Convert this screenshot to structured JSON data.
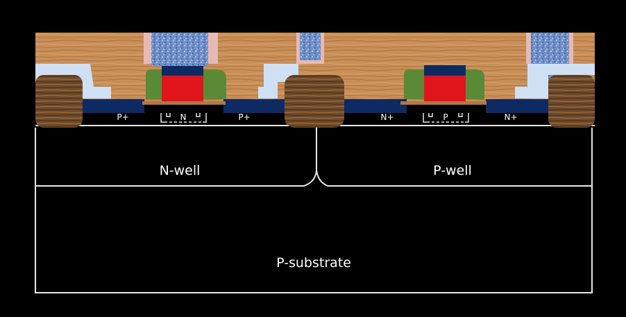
{
  "regions": {
    "n_well": "N-well",
    "p_well": "P-well",
    "p_substrate": "P-substrate"
  },
  "diffusions": {
    "pmos_source": "P+",
    "pmos_channel": "N",
    "pmos_drain": "P+",
    "nmos_source": "N+",
    "nmos_channel": "P",
    "nmos_drain": "N+"
  },
  "colors": {
    "background": "#000000",
    "outline": "#e8e8e8",
    "wood_oxide": "#c98f58",
    "field_oxide": "#7a5230",
    "diffusion": "#0d2a63",
    "gate_poly": "#e0151c",
    "gate_cap": "#0d2a63",
    "spacer": "#5a8a35",
    "metal_contact": "#6f8fc8",
    "liner": "#cfe0f5"
  }
}
